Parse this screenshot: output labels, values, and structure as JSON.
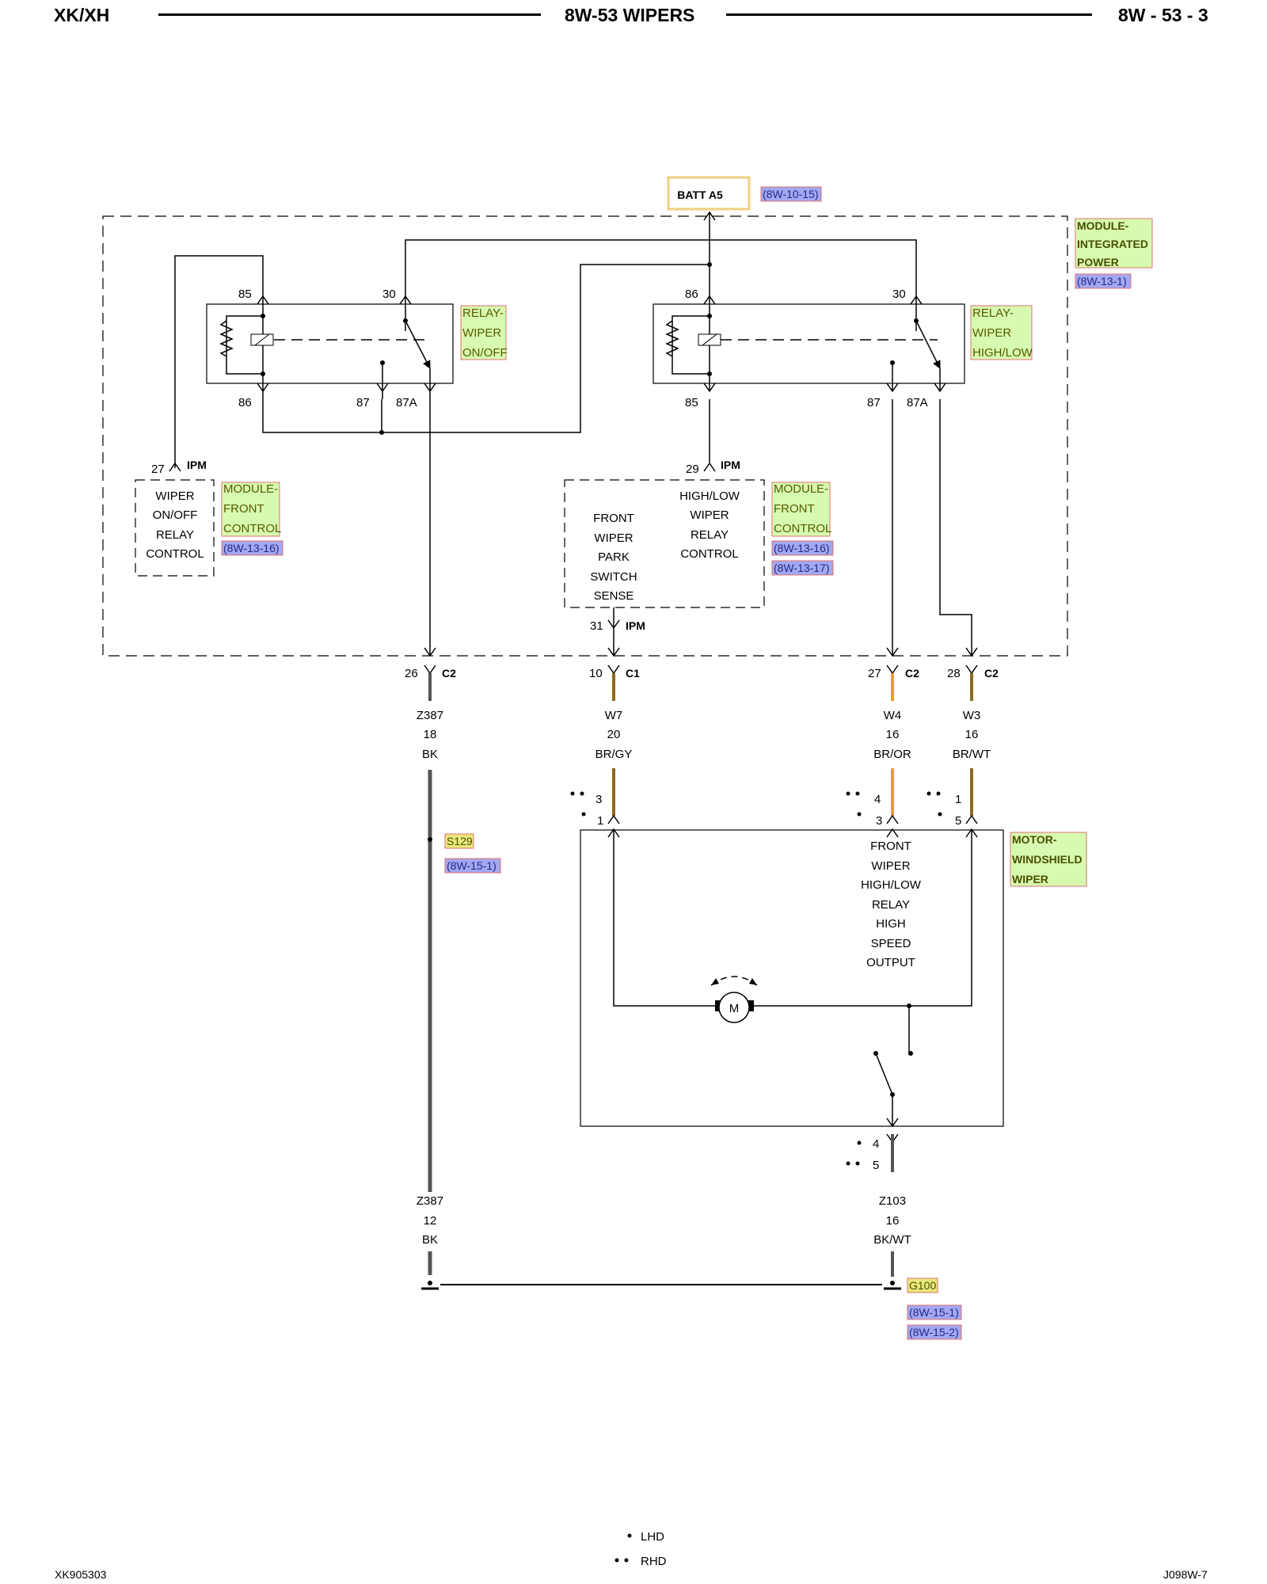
{
  "header": {
    "left": "XK/XH",
    "title": "8W-53 WIPERS",
    "right": "8W - 53 - 3"
  },
  "footer": {
    "left": "XK905303",
    "right": "J098W-7"
  },
  "legend": {
    "lhd": "LHD",
    "rhd": "RHD"
  },
  "batt": {
    "label": "BATT A5",
    "ref": "(8W-10-15)"
  },
  "ipm": {
    "name": [
      "MODULE-",
      "INTEGRATED",
      "POWER"
    ],
    "ref": "(8W-13-1)",
    "tag": "IPM"
  },
  "relay_onoff": {
    "name": [
      "RELAY-",
      "WIPER",
      "ON/OFF"
    ],
    "pins": {
      "p85": "85",
      "p30": "30",
      "p86": "86",
      "p87": "87",
      "p87a": "87A"
    }
  },
  "relay_hilo": {
    "name": [
      "RELAY-",
      "WIPER",
      "HIGH/LOW"
    ],
    "pins": {
      "p86": "86",
      "p30": "30",
      "p85": "85",
      "p87": "87",
      "p87a": "87A"
    }
  },
  "fcm": {
    "name": [
      "MODULE-",
      "FRONT",
      "CONTROL"
    ],
    "refs": [
      "(8W-13-16)",
      "(8W-13-17)"
    ],
    "onoff_ctrl": [
      "WIPER",
      "ON/OFF",
      "RELAY",
      "CONTROL"
    ],
    "park_sense": [
      "FRONT",
      "WIPER",
      "PARK",
      "SWITCH",
      "SENSE"
    ],
    "hilo_ctrl": [
      "HIGH/LOW",
      "WIPER",
      "RELAY",
      "CONTROL"
    ],
    "pins": {
      "p27": "27",
      "p29": "29",
      "p31": "31"
    }
  },
  "connectors": {
    "c26": {
      "pin": "26",
      "conn": "C2"
    },
    "c10": {
      "pin": "10",
      "conn": "C1"
    },
    "c27": {
      "pin": "27",
      "conn": "C2"
    },
    "c28": {
      "pin": "28",
      "conn": "C2"
    }
  },
  "wires": {
    "z387a": [
      "Z387",
      "18",
      "BK"
    ],
    "w7": [
      "W7",
      "20",
      "BR/GY"
    ],
    "w4": [
      "W4",
      "16",
      "BR/OR"
    ],
    "w3": [
      "W3",
      "16",
      "BR/WT"
    ],
    "z387b": [
      "Z387",
      "12",
      "BK"
    ],
    "z103": [
      "Z103",
      "16",
      "BK/WT"
    ]
  },
  "splice": {
    "name": "S129",
    "ref": "(8W-15-1)"
  },
  "motor": {
    "name": [
      "MOTOR-",
      "WINDSHIELD",
      "WIPER"
    ],
    "desc": [
      "FRONT",
      "WIPER",
      "HIGH/LOW",
      "RELAY",
      "HIGH",
      "SPEED",
      "OUTPUT"
    ],
    "symbol": "M",
    "pins": {
      "w7_rhd": "3",
      "w7_lhd": "1",
      "w4_rhd": "4",
      "w4_lhd": "3",
      "w3_rhd": "1",
      "w3_lhd": "5",
      "gnd_lhd": "4",
      "gnd_rhd": "5"
    }
  },
  "ground": {
    "name": "G100",
    "refs": [
      "(8W-15-1)",
      "(8W-15-2)"
    ]
  },
  "colors": {
    "label_fill": "#d6fbb0",
    "label_border": "#e07070",
    "ref_fill": "#a3a8f0",
    "ref_border": "#e07070",
    "batt_border": "#f0d080",
    "splice_fill": "#e8e87a",
    "wire_bk": "#555555",
    "wire_br": "#8a6a20",
    "wire_or": "#e8a020"
  }
}
